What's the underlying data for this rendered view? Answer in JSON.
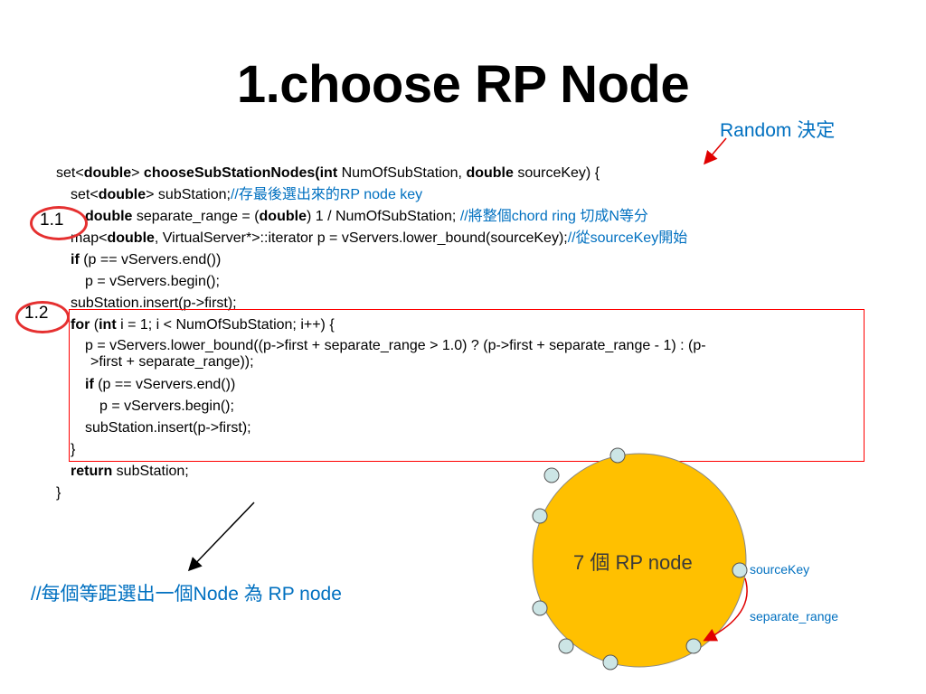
{
  "slide": {
    "title": "1.choose RP Node",
    "random_note": "Random 決定",
    "bottom_note": "//每個等距選出一個Node 為 RP node",
    "badge_1": "1.1",
    "badge_2": "1.2"
  },
  "code": {
    "l1": {
      "a": "set<",
      "b": "double",
      "c": "> ",
      "d": "chooseSubStationNodes",
      "e": "(",
      "f": "int",
      "g": " NumOfSubStation, ",
      "h": "double",
      "i": " sourceKey) {"
    },
    "l2": {
      "a": "set<",
      "b": "double",
      "c": "> subStation;",
      "comment": "//存最後選出來的RP node key"
    },
    "l3": {
      "a": "double",
      "b": " separate_range = (",
      "c": "double",
      "d": ") 1 / NumOfSubStation; ",
      "comment": "//將整個chord ring 切成N等分"
    },
    "l4": {
      "a": "map<",
      "b": "double",
      "c": ", VirtualServer*>::iterator p = vServers.lower_bound(sourceKey);",
      "comment": "//從sourceKey開始"
    },
    "l5": {
      "a": "if",
      "b": " (p == vServers.end())"
    },
    "l6": {
      "a": "p = vServers.begin();"
    },
    "l7": {
      "a": "subStation.insert(p->first);"
    },
    "l8": {
      "a": "for",
      "b": " (",
      "c": "int",
      "d": " i = 1; i < NumOfSubStation; i++) {"
    },
    "l9": {
      "a": "p = vServers.lower_bound((p->first + separate_range > 1.0) ? (p->first + separate_range - 1) : (p-"
    },
    "l10": {
      "a": ">first + separate_range));"
    },
    "l11": {
      "a": "if",
      "b": " (p == vServers.end())"
    },
    "l12": {
      "a": "p = vServers.begin();"
    },
    "l13": {
      "a": "subStation.insert(p->first);"
    },
    "l14": {
      "a": "}"
    },
    "l15": {
      "a": "return",
      "b": " subStation;"
    },
    "l16": {
      "a": "}"
    }
  },
  "diagram": {
    "center_label": "7 個 RP node",
    "source_key_label": "sourceKey",
    "separate_range_label": "separate_range",
    "circle_fill": "#FFC000",
    "node_fill": "#CCE5E5"
  },
  "colors": {
    "accent_blue": "#0070C0",
    "highlight_red": "#FF0000"
  }
}
